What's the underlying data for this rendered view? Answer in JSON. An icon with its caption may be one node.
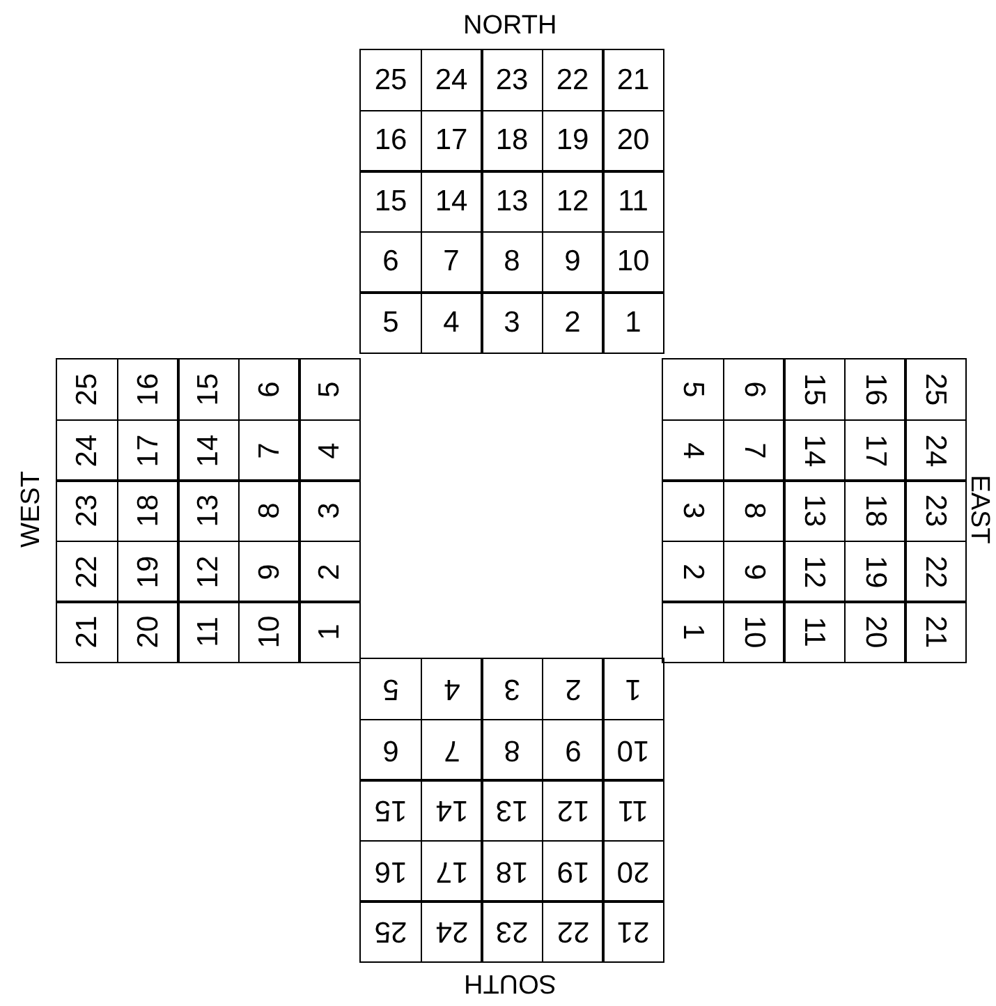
{
  "diagram": {
    "labels": [
      "NORTH",
      "25",
      "24",
      "23",
      "22",
      "21",
      "16",
      "17",
      "18",
      "19",
      "20",
      "15",
      "14",
      "13",
      "12",
      "11",
      "6",
      "7",
      "8",
      "9",
      "10",
      "5",
      "4",
      "3",
      "2",
      "1",
      "WEST",
      "25",
      "16",
      "15",
      "6",
      "5",
      "24",
      "17",
      "14",
      "7",
      "4",
      "23",
      "18",
      "13",
      "8",
      "3",
      "22",
      "19",
      "12",
      "9",
      "2",
      "21",
      "20",
      "11",
      "10",
      "1",
      "5",
      "6",
      "15",
      "16",
      "25",
      "4",
      "7",
      "14",
      "17",
      "24",
      "3",
      "8",
      "13",
      "18",
      "23",
      "2",
      "9",
      "12",
      "19",
      "22",
      "1",
      "10",
      "11",
      "20",
      "21",
      "EAST",
      "5",
      "4",
      "3",
      "2",
      "1",
      "6",
      "7",
      "8",
      "9",
      "10",
      "15",
      "14",
      "13",
      "12",
      "11",
      "16",
      "17",
      "18",
      "19",
      "20",
      "25",
      "24",
      "23",
      "22",
      "21",
      "SOUTH"
    ]
  }
}
